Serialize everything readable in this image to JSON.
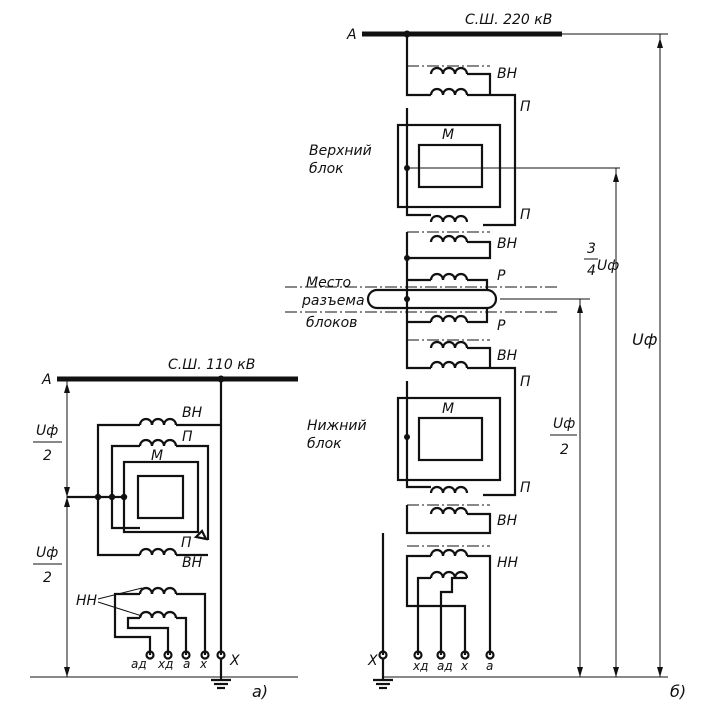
{
  "panel_a": {
    "bus_label": "С.Ш. 110 кВ",
    "line_label": "A",
    "winding_hv": "ВН",
    "winding_p": "П",
    "core_label": "М",
    "winding_p2": "П",
    "winding_hv2": "ВН",
    "winding_lv": "НН",
    "half_voltage_num": "Uф",
    "half_voltage_den": "2",
    "half_voltage_num2": "Uф",
    "half_voltage_den2": "2",
    "terminals": [
      "aд",
      "xд",
      "a",
      "x",
      "X"
    ],
    "caption": "а)"
  },
  "panel_b": {
    "bus_label": "С.Ш. 220 кВ",
    "line_label": "A",
    "upper_block": "Верхний\nблок",
    "upper_block_l1": "Верхний",
    "upper_block_l2": "блок",
    "lower_block_l1": "Нижний",
    "lower_block_l2": "блок",
    "split_l1": "Место",
    "split_l2": "разъема",
    "split_l3": "блоков",
    "hv": "ВН",
    "p": "П",
    "m": "М",
    "r": "Р",
    "lv": "НН",
    "three_quarter_num": "3",
    "three_quarter_den": "4",
    "three_quarter_u": "Uф",
    "half_num": "Uф",
    "half_den": "2",
    "full_u": "Uф",
    "terminals": [
      "X",
      "xд",
      "aд",
      "x",
      "a"
    ],
    "caption": "б)"
  }
}
